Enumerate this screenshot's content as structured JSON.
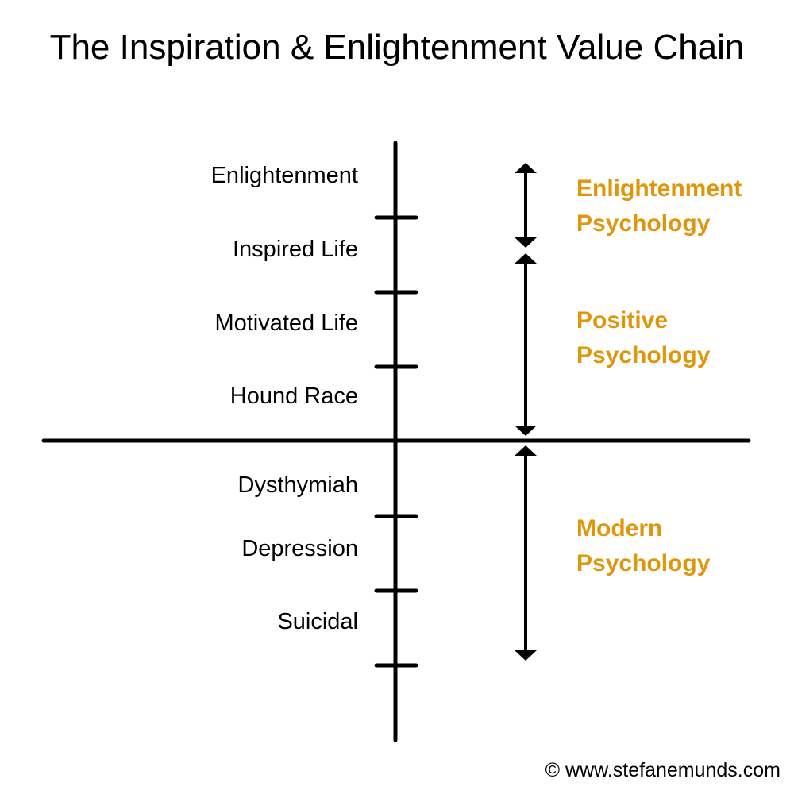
{
  "title": "The Inspiration & Enlightenment Value Chain",
  "levels_above": [
    "Enlightenment",
    "Inspired Life",
    "Motivated Life",
    "Hound Race"
  ],
  "levels_below": [
    "Dysthymiah",
    "Depression",
    "Suicidal"
  ],
  "zones": [
    {
      "line1": "Enlightenment",
      "line2": "Psychology"
    },
    {
      "line1": "Positive",
      "line2": "Psychology"
    },
    {
      "line1": "Modern",
      "line2": "Psychology"
    }
  ],
  "credit": "© www.stefanemunds.com",
  "colors": {
    "accent": "#e0960a",
    "line": "#000000"
  }
}
